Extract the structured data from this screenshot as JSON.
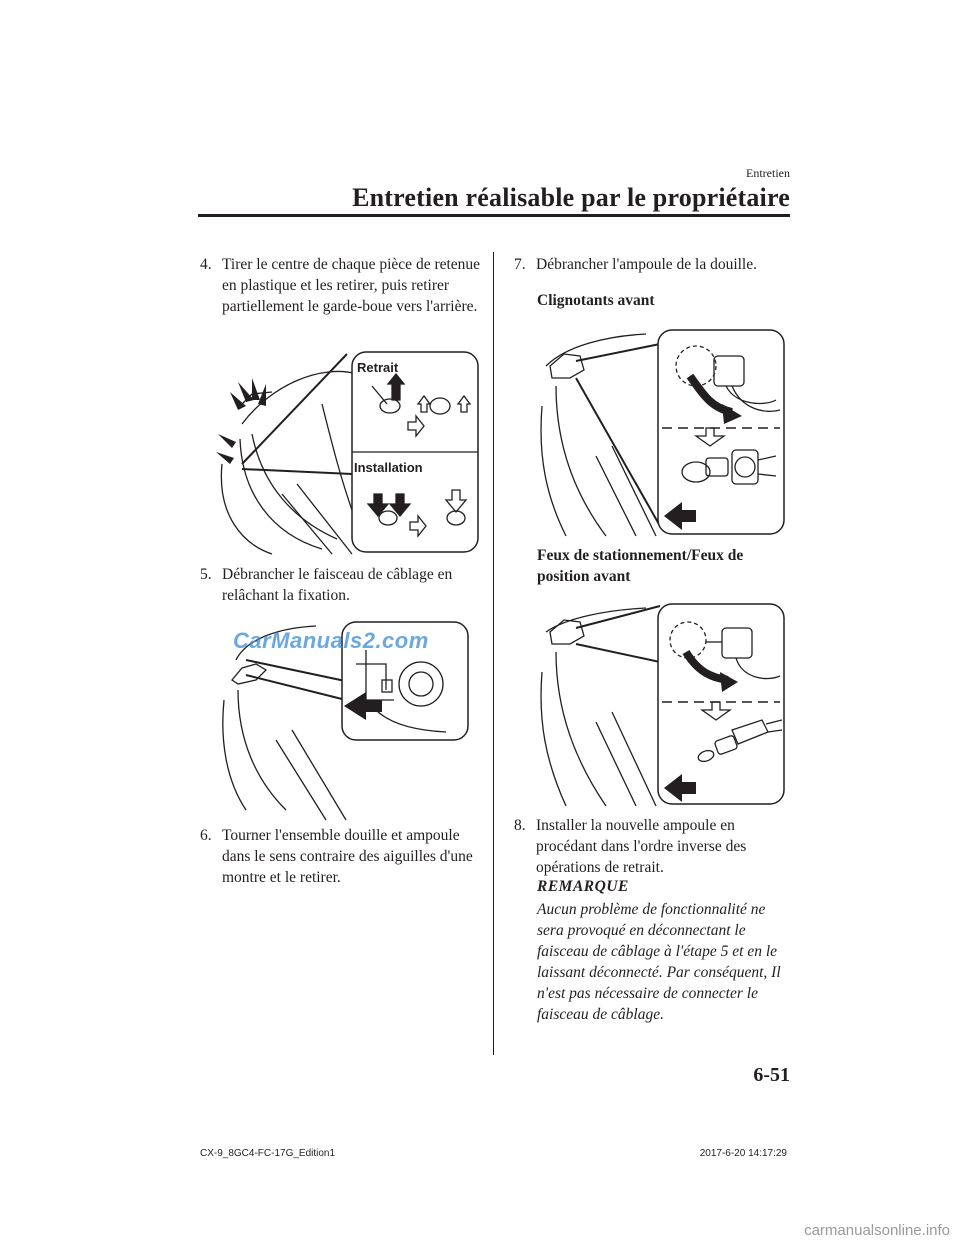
{
  "header": {
    "section": "Entretien",
    "title": "Entretien réalisable par le propriétaire"
  },
  "steps": {
    "s4": {
      "num": "4.",
      "text": "Tirer le centre de chaque pièce de retenue en plastique et les retirer, puis retirer partiellement le garde-boue vers l'arrière."
    },
    "s5": {
      "num": "5.",
      "text": "Débrancher le faisceau de câblage en relâchant la fixation."
    },
    "s6": {
      "num": "6.",
      "text": "Tourner l'ensemble douille et ampoule dans le sens contraire des aiguilles d'une montre et le retirer."
    },
    "s7": {
      "num": "7.",
      "text": "Débrancher l'ampoule de la douille."
    },
    "s8": {
      "num": "8.",
      "text": "Installer la nouvelle ampoule en procédant dans l'ordre inverse des opérations de retrait."
    }
  },
  "figure1": {
    "label_top": "Retrait",
    "label_bottom": "Installation"
  },
  "subheads": {
    "front_turn": "Clignotants avant",
    "parking": "Feux de stationnement/Feux de position avant"
  },
  "note": {
    "title": "REMARQUE",
    "text": "Aucun problème de fonctionnalité ne sera provoqué en déconnectant le faisceau de câblage à l'étape 5 et en le laissant déconnecté. Par conséquent, Il n'est pas nécessaire de connecter le faisceau de câblage."
  },
  "page_number": "6-51",
  "footer": {
    "left": "CX-9_8GC4-FC-17G_Edition1",
    "right": "2017-6-20 14:17:29"
  },
  "watermarks": {
    "overlay": "CarManuals2.com",
    "bottom": "carmanualsonline.info"
  },
  "colors": {
    "ink": "#231f20",
    "watermark": "#3a8cd6"
  }
}
